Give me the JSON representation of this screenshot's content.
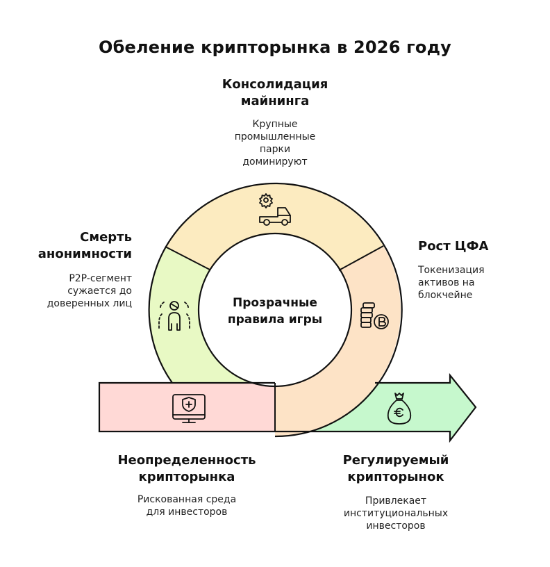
{
  "title": "Обеление крипторынка в 2026 году",
  "center": {
    "label_line1": "Прозрачные",
    "label_line2": "правила игры"
  },
  "segments": [
    {
      "id": "mining",
      "heading_line1": "Консолидация",
      "heading_line2": "майнинга",
      "desc_lines": [
        "Крупные",
        "промышленные",
        "парки",
        "доминируют"
      ],
      "icon": "gear-truck-icon",
      "color": "#FCEBC0"
    },
    {
      "id": "cfa",
      "heading_line1": "Рост ЦФА",
      "desc_lines": [
        "Токенизация",
        "активов на",
        "блокчейне"
      ],
      "icon": "bitcoin-coins-icon",
      "color": "#FDE3C6"
    },
    {
      "id": "anonymity",
      "heading_line1": "Смерть",
      "heading_line2": "анонимности",
      "desc_lines": [
        "P2P-сегмент",
        "сужается до",
        "доверенных лиц"
      ],
      "icon": "restricted-person-icon",
      "color": "#E8F9C4"
    },
    {
      "id": "uncertainty",
      "heading_line1": "Неопределенность",
      "heading_line2": "крипторынка",
      "desc_lines": [
        "Рискованная среда",
        "для инвесторов"
      ],
      "icon": "shield-monitor-icon",
      "color": "#FFD9D6"
    },
    {
      "id": "regulated",
      "heading_line1": "Регулируемый",
      "heading_line2": "крипторынок",
      "desc_lines": [
        "Привлекает",
        "институциональных",
        "инвесторов"
      ],
      "icon": "euro-money-bag-icon",
      "color": "#C6F8CD"
    }
  ]
}
